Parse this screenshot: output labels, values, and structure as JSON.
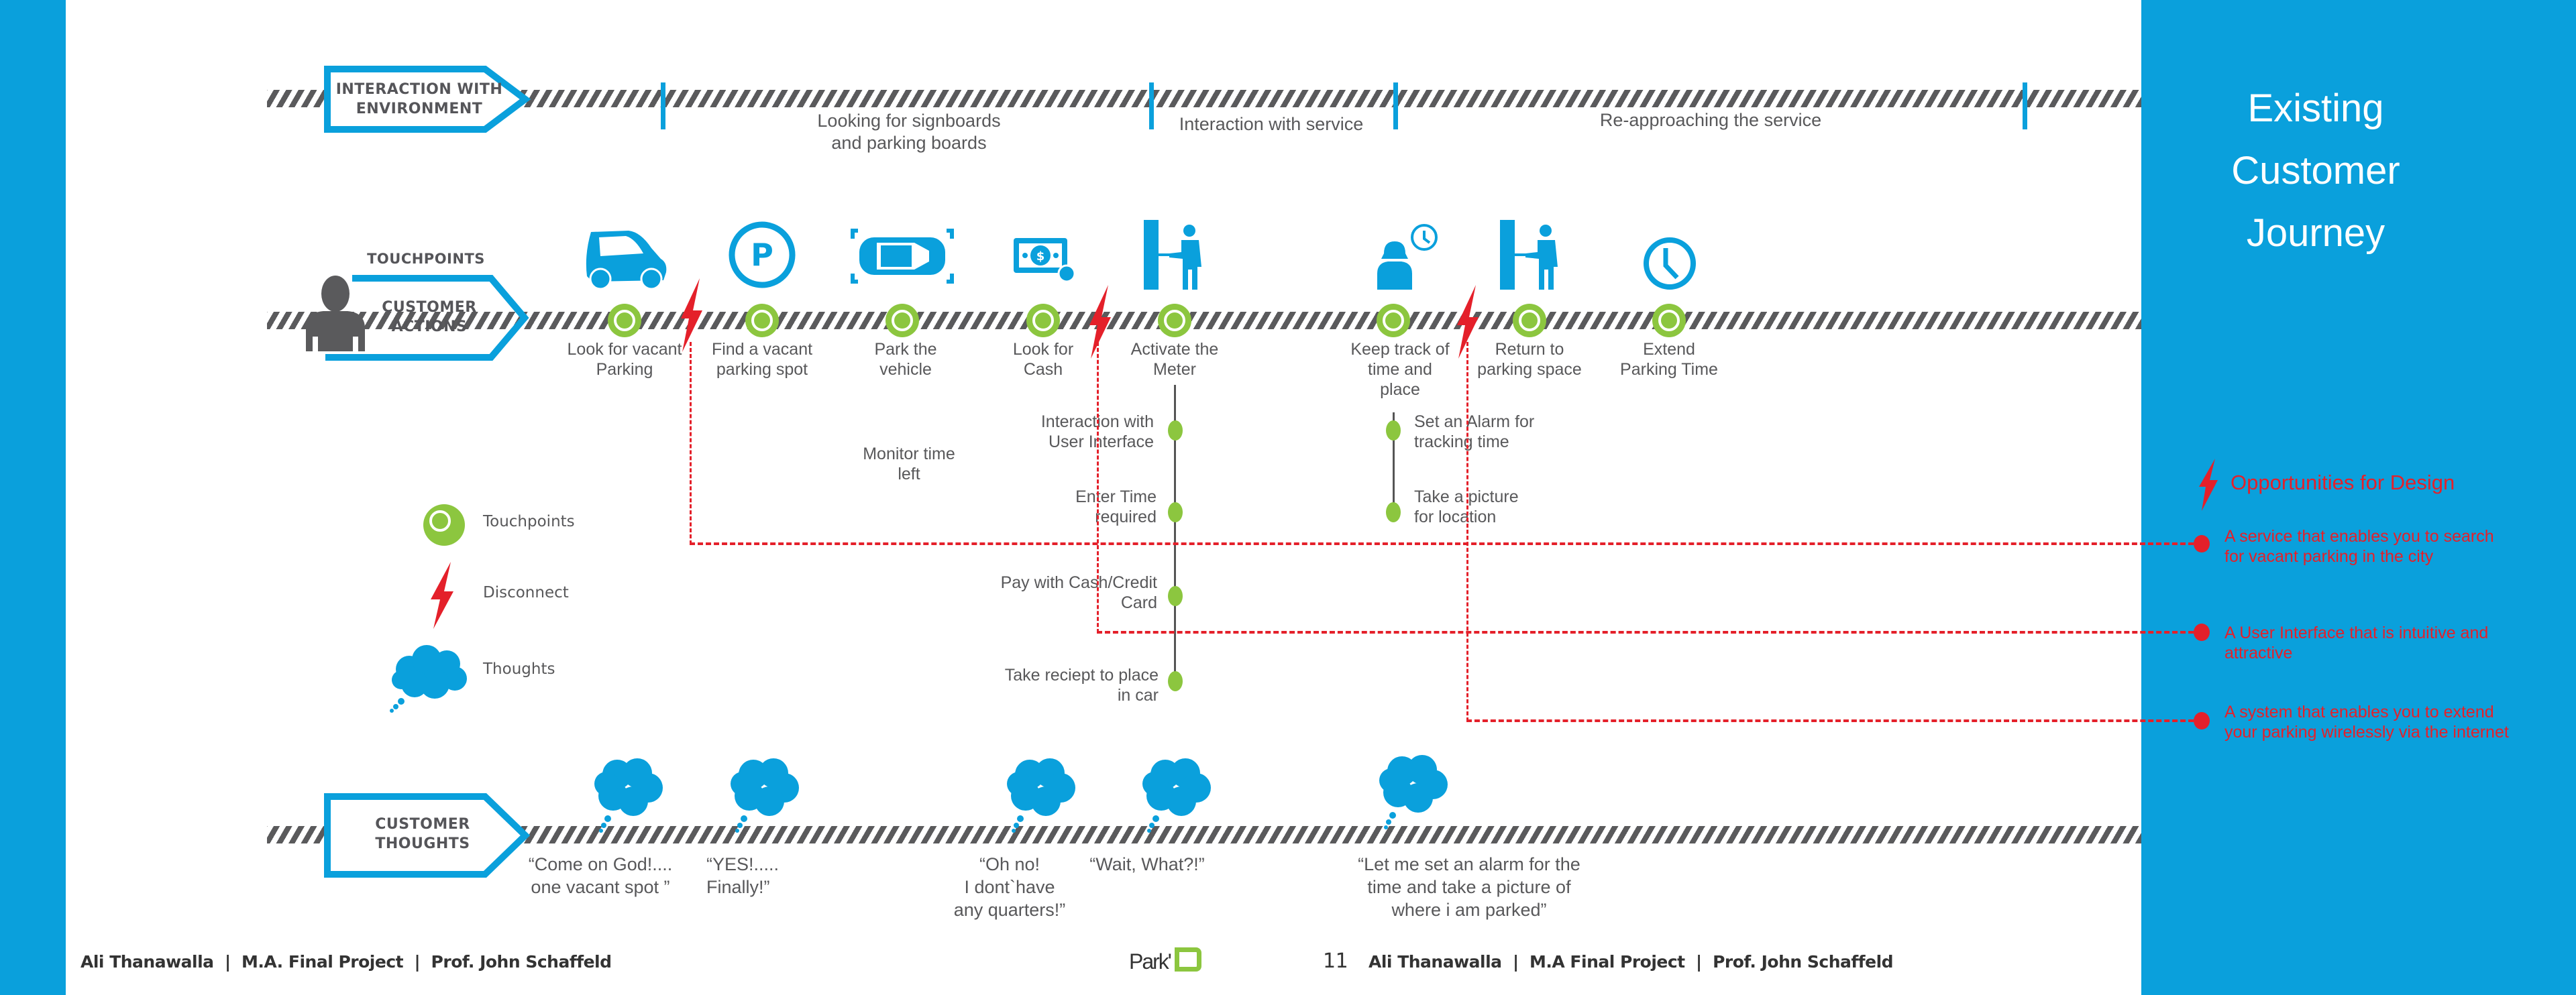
{
  "colors": {
    "brand_blue": "#0aa0dc",
    "touchpoint_green": "#8cc63f",
    "disconnect_red": "#e4202a",
    "text_gray": "#58585a"
  },
  "panel": {
    "title_lines": [
      "Existing",
      "Customer",
      "Journey"
    ]
  },
  "lanes": {
    "environment": {
      "label_lines": [
        "INTERACTION WITH",
        "ENVIRONMENT"
      ]
    },
    "touchpoints_heading": "TOUCHPOINTS",
    "actions": {
      "label_lines": [
        "CUSTOMER",
        "ACTIONS"
      ]
    },
    "thoughts": {
      "label_lines": [
        "CUSTOMER",
        "THOUGHTS"
      ]
    }
  },
  "environment_phases": [
    {
      "lines": [
        "Looking for signboards",
        "and parking boards"
      ]
    },
    {
      "lines": [
        "Interaction with service"
      ]
    },
    {
      "lines": [
        "Re-approaching the service"
      ]
    }
  ],
  "touchpoints": [
    {
      "icon": "car-icon",
      "lines": [
        "Look for vacant",
        "Parking"
      ]
    },
    {
      "icon": "parking-sign-icon",
      "lines": [
        "Find a vacant",
        "parking spot"
      ]
    },
    {
      "icon": "parked-car-icon",
      "lines": [
        "Park the",
        "vehicle"
      ]
    },
    {
      "icon": "cash-icon",
      "lines": [
        "Look for",
        "Cash"
      ]
    },
    {
      "icon": "parking-meter-person-icon",
      "lines": [
        "Activate the",
        "Meter"
      ]
    },
    {
      "icon": "person-clock-icon",
      "lines": [
        "Keep track of",
        "time and",
        "place"
      ]
    },
    {
      "icon": "parking-meter-person-icon",
      "lines": [
        "Return to",
        "parking space"
      ]
    },
    {
      "icon": "clock-icon",
      "lines": [
        "Extend",
        "Parking Time"
      ]
    }
  ],
  "meter_substeps": [
    {
      "lines": [
        "Interaction with",
        "User Interface"
      ]
    },
    {
      "lines": [
        "Enter Time",
        "required"
      ]
    },
    {
      "lines": [
        "Pay with Cash/Credit",
        "Card"
      ]
    },
    {
      "lines": [
        "Take reciept to place",
        "in car"
      ]
    }
  ],
  "monitor_note": {
    "lines": [
      "Monitor time",
      "left"
    ]
  },
  "tracking_substeps": [
    {
      "lines": [
        "Set an Alarm for",
        "tracking time"
      ]
    },
    {
      "lines": [
        "Take a picture",
        "for location"
      ]
    }
  ],
  "legend": [
    {
      "icon": "touchpoint-icon",
      "label": "Touchpoints"
    },
    {
      "icon": "disconnect-icon",
      "label": "Disconnect"
    },
    {
      "icon": "thought-cloud-icon",
      "label": "Thoughts"
    }
  ],
  "opportunities": {
    "heading": "Opportunities for Design",
    "items": [
      {
        "lines": [
          "A service that enables you to search",
          "for vacant parking in the city"
        ]
      },
      {
        "lines": [
          "A User Interface that is intuitive and",
          "attractive"
        ]
      },
      {
        "lines": [
          "A system that enables you to extend",
          "your parking wirelessly via the internet"
        ]
      }
    ]
  },
  "thoughts": [
    {
      "lines": [
        "“Come on God!....",
        "one vacant spot ”"
      ]
    },
    {
      "lines": [
        "“YES!.....",
        "Finally!”"
      ]
    },
    {
      "lines": [
        "“Oh no!",
        "I dont`have",
        "any quarters!”"
      ]
    },
    {
      "lines": [
        "“Wait, What?!”"
      ]
    },
    {
      "lines": [
        "“Let me set an alarm for the",
        "time and take a picture of",
        "where i am parked”"
      ]
    }
  ],
  "footer": {
    "left": "Ali Thanawalla  |  M.A. Final Project  |  Prof. John Schaffeld",
    "logo_text": "Park'",
    "page_number": "11",
    "right": "Ali Thanawalla  |  M.A Final Project  |  Prof. John Schaffeld"
  }
}
